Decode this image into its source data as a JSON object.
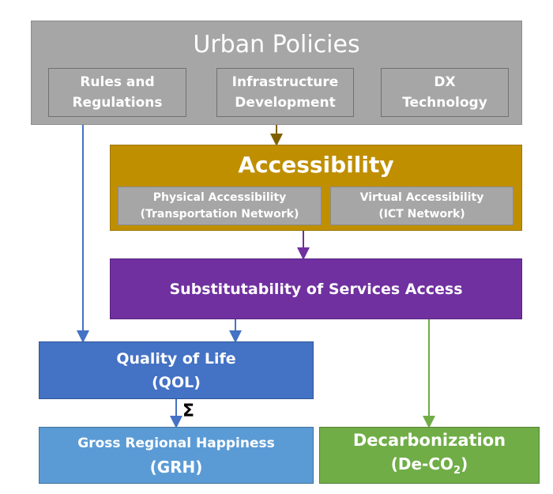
{
  "urban_policies": {
    "title": "Urban Policies",
    "items": [
      {
        "line1": "Rules and",
        "line2": "Regulations"
      },
      {
        "line1": "Infrastructure",
        "line2": "Development"
      },
      {
        "line1": "DX",
        "line2": "Technology"
      }
    ]
  },
  "accessibility": {
    "title": "Accessibility",
    "items": [
      {
        "line1": "Physical Accessibility",
        "line2": "(Transportation Network)"
      },
      {
        "line1": "Virtual Accessibility",
        "line2": "(ICT Network)"
      }
    ]
  },
  "substitutability": {
    "title": "Substitutability of Services Access"
  },
  "quality_of_life": {
    "line1": "Quality of Life",
    "line2": "(QOL)"
  },
  "sum_symbol": "Σ",
  "grh": {
    "line1": "Gross Regional Happiness",
    "line2": "(GRH)"
  },
  "decarbonization": {
    "line1": "Decarbonization",
    "line2_prefix": "(De-CO",
    "line2_sub": "2",
    "line2_suffix": ")"
  },
  "colors": {
    "policies": "#a6a6a6",
    "accessibility": "#bf8f00",
    "substitutability": "#7030a0",
    "qol": "#4472c4",
    "grh": "#5b9bd5",
    "decarbonization": "#70ad47"
  }
}
